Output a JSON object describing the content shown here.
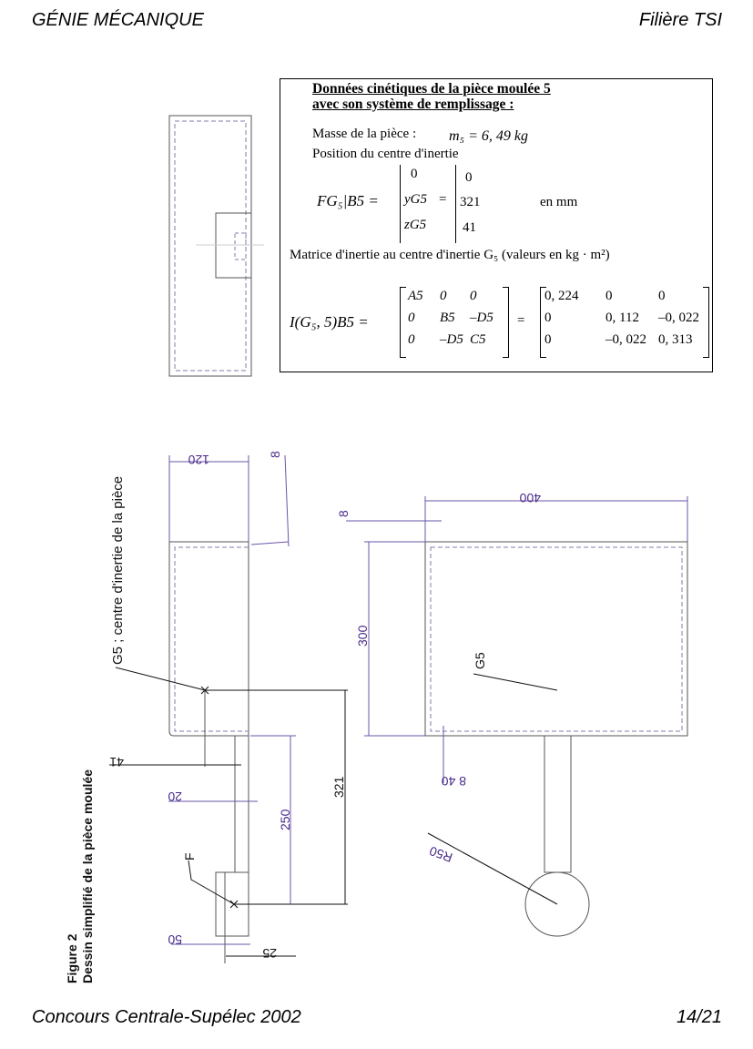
{
  "header": {
    "left": "GÉNIE MÉCANIQUE",
    "right": "Filière TSI"
  },
  "footer": {
    "left": "Concours Centrale-Supélec 2002",
    "right": "14/21"
  },
  "box": {
    "title1": "Données cinétiques de la pièce moulée 5",
    "title2": "avec son système de remplissage :",
    "mass_label": "Masse de la pièce :",
    "mass_value": "m₅ = 6, 49 kg",
    "position_label": "Position du centre d'inertie",
    "vector": "FG₅|B5 =",
    "symbolic": [
      "0",
      "yG5",
      "zG5"
    ],
    "values": [
      "0",
      "321",
      "41"
    ],
    "unit": "en mm",
    "matrix_label": "Matrice d'inertie au centre d'inertie G₅ (valeurs en kg · m²)",
    "matrix_lhs": "I(G₅, 5)B5 =",
    "matrix_symbolic": [
      [
        "A5",
        "0",
        "0"
      ],
      [
        "0",
        "B5",
        "–D5"
      ],
      [
        "0",
        "–D5",
        "C5"
      ]
    ],
    "matrix_values": [
      [
        "0, 224",
        "0",
        "0"
      ],
      [
        "0",
        "0, 112",
        "–0, 022"
      ],
      [
        "0",
        "–0, 022",
        "0, 313"
      ]
    ]
  },
  "drawing": {
    "g5_caption": "G5 ; centre d'inertie de la pièce",
    "f_label": "F",
    "g5_label": "G5",
    "dims": {
      "d120": "120",
      "d8a": "8",
      "d8b": "8",
      "d400": "400",
      "d300": "300",
      "d321": "321",
      "d250": "250",
      "d41": "41",
      "d20": "20",
      "d50": "50",
      "d25": "25",
      "d40": "8  40",
      "r50": "R50"
    },
    "figure_caption1": "Figure 2",
    "figure_caption2": "Dessin simplifié de la pièce moulée"
  }
}
